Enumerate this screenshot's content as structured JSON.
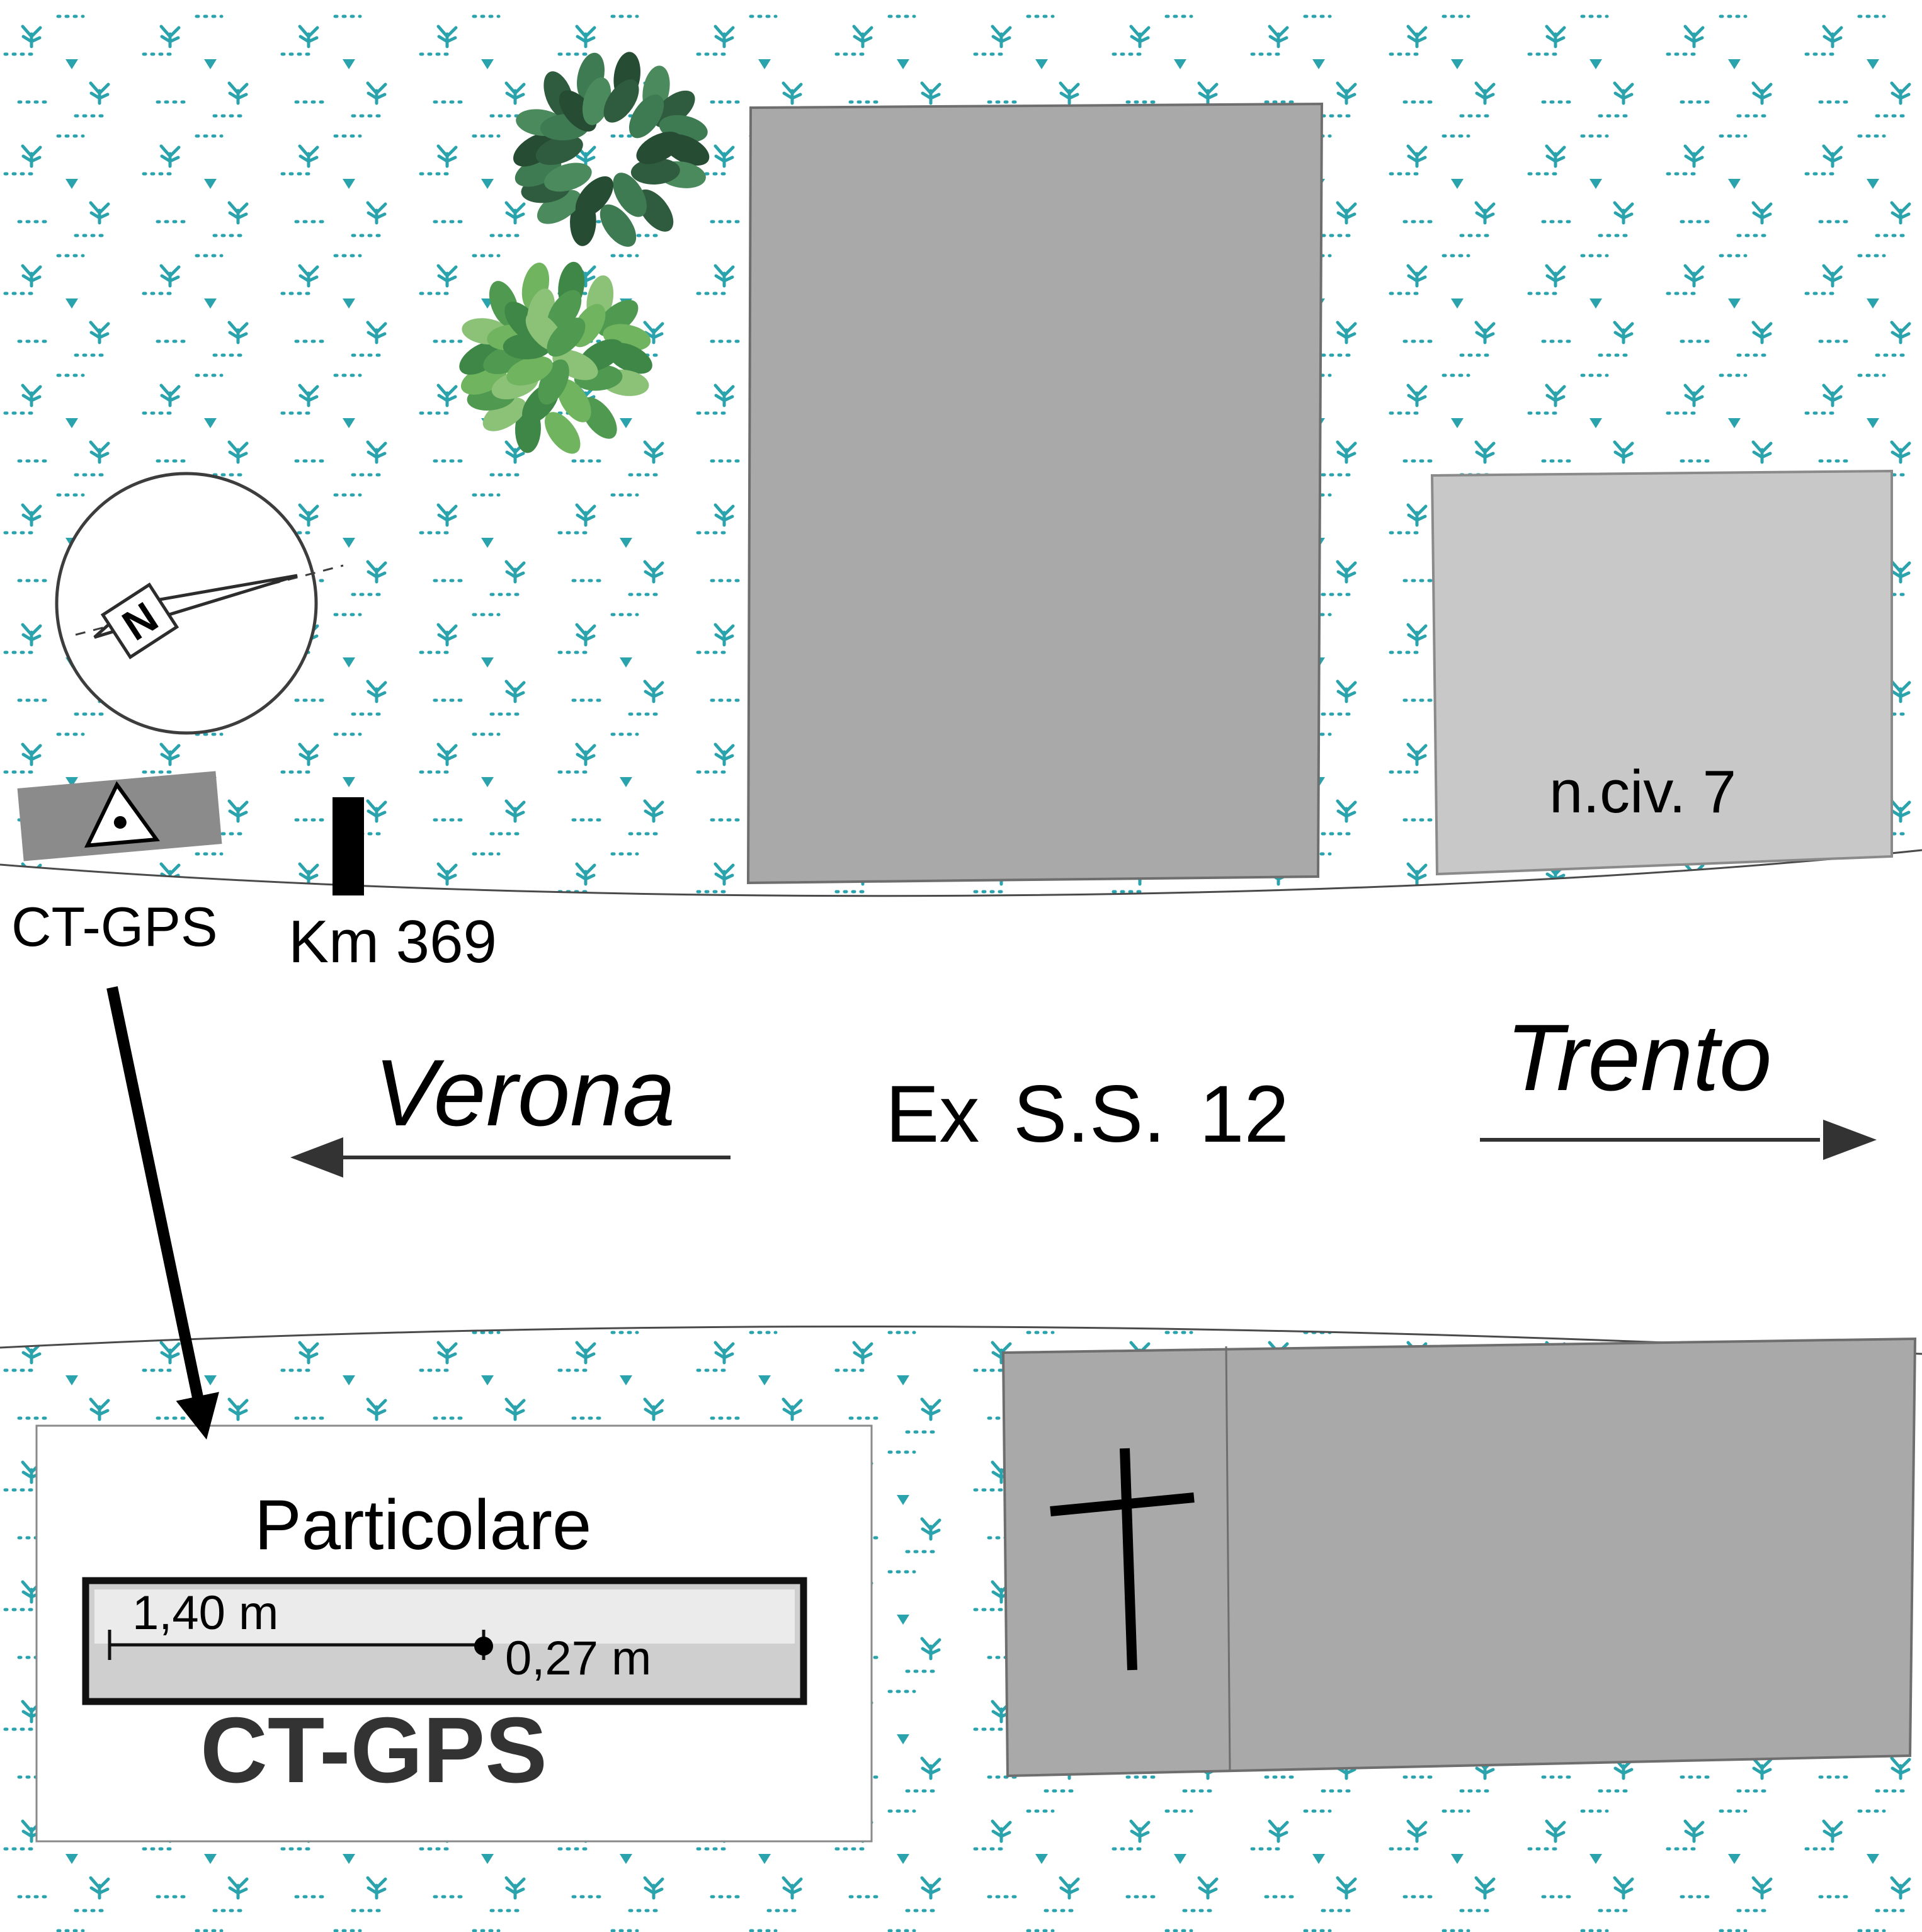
{
  "map": {
    "compass_label": "N",
    "road": {
      "name": "Ex S.S. 12",
      "left_destination": "Verona",
      "right_destination": "Trento"
    },
    "milestone_label": "Km 369",
    "benchmark_label": "CT-GPS",
    "building_label": "n.civ. 7"
  },
  "inset": {
    "title": "Particolare",
    "length_label": "1,40 m",
    "offset_label": "0,27 m",
    "caption": "CT-GPS"
  },
  "colors": {
    "vegetation": "#2aa3ad",
    "building_gray": "#a9a9a9",
    "building_light": "#c8c8c8",
    "tree_dark_palette": [
      "#2f5c3e",
      "#3e7a52",
      "#264c33",
      "#4a8a5c"
    ],
    "tree_light_palette": [
      "#4f9a50",
      "#70b45f",
      "#3f8747",
      "#8cc278"
    ]
  }
}
